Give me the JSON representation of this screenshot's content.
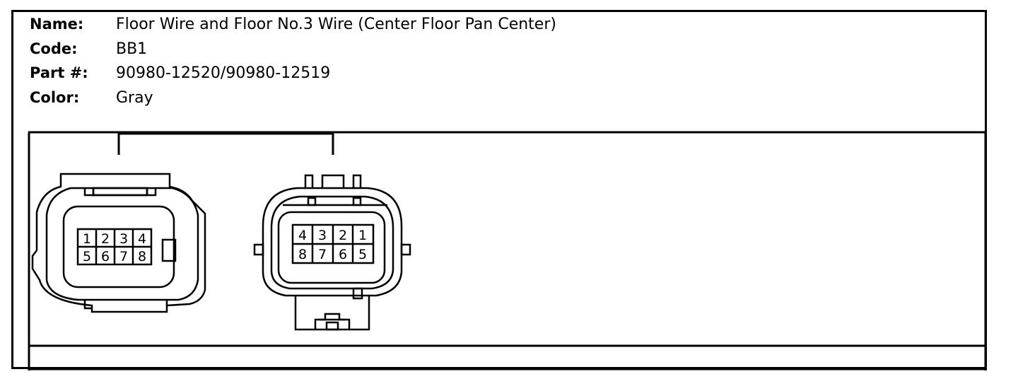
{
  "info": {
    "name_label": "Name:",
    "name_value": "Floor Wire and Floor No.3 Wire (Center Floor Pan Center)",
    "code_label": "Code:",
    "code_value": "BB1",
    "part_label": "Part #:",
    "part_value": "90980-12520/90980-12519",
    "color_label": "Color:",
    "color_value": "Gray"
  },
  "connectors": {
    "left_pins": [
      "1",
      "2",
      "3",
      "4",
      "5",
      "6",
      "7",
      "8"
    ],
    "right_pins": [
      "4",
      "3",
      "2",
      "1",
      "8",
      "7",
      "6",
      "5"
    ]
  }
}
